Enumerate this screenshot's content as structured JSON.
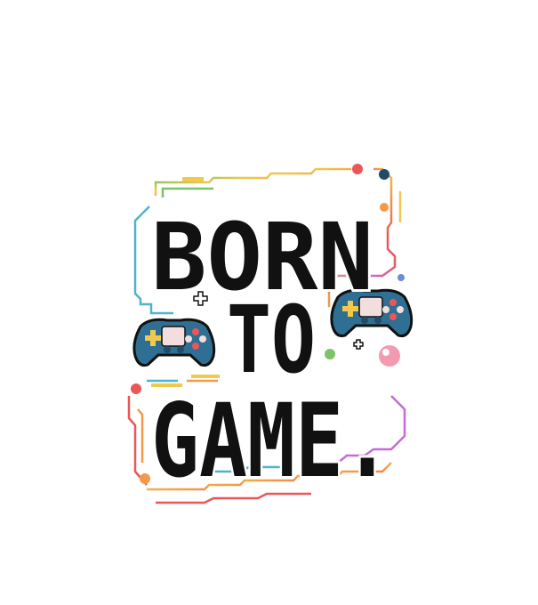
{
  "design": {
    "lines": [
      "BORN",
      "TO",
      "GAME."
    ],
    "colors": {
      "text": "#111111",
      "text_outline": "#ffffff",
      "background": "#ffffff",
      "controller_body": "#2f6f93",
      "controller_dark": "#1f4d69",
      "controller_panel": "#f2dede",
      "frame_gradient": [
        "#4fb3c9",
        "#7cc36a",
        "#f2c94c",
        "#f2994a",
        "#eb5757",
        "#c56cd6",
        "#6c8bd8"
      ]
    },
    "icons": [
      "gamepad-icon",
      "gamepad-icon",
      "plus-icon",
      "plus-icon",
      "ball-icon"
    ]
  }
}
